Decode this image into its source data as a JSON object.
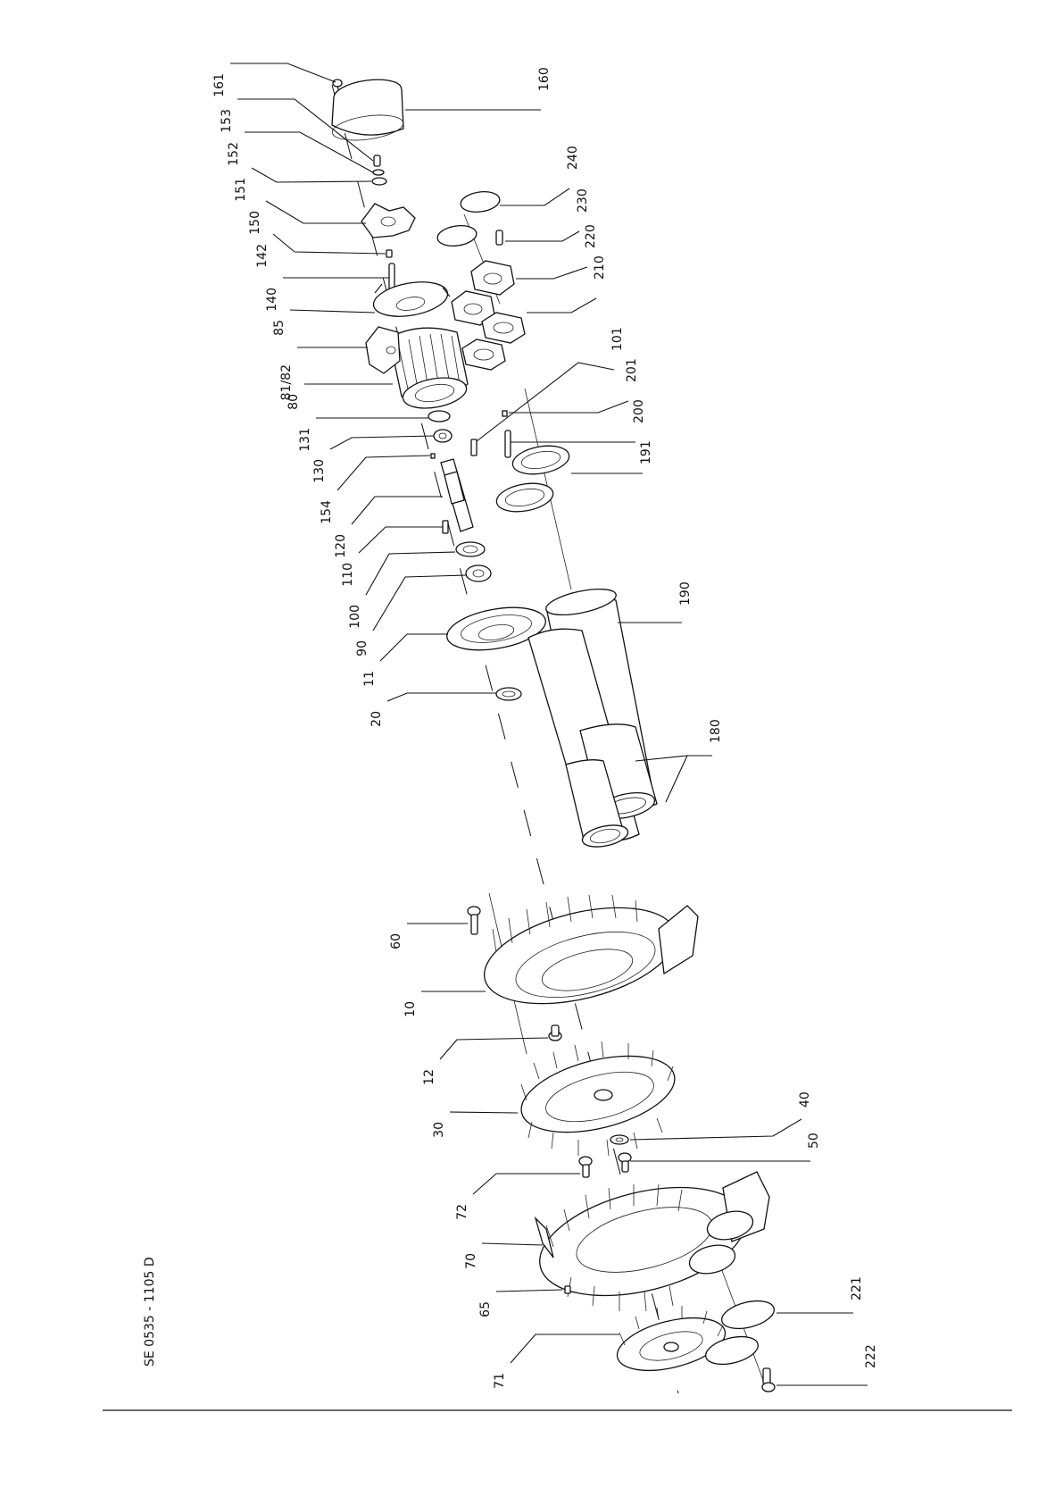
{
  "document": {
    "title": "SE 0535 - 1105 D"
  },
  "callouts": [
    {
      "id": "161",
      "label": "161"
    },
    {
      "id": "153",
      "label": "153"
    },
    {
      "id": "152",
      "label": "152"
    },
    {
      "id": "151",
      "label": "151"
    },
    {
      "id": "150",
      "label": "150"
    },
    {
      "id": "142",
      "label": "142"
    },
    {
      "id": "140",
      "label": "140"
    },
    {
      "id": "85",
      "label": "85"
    },
    {
      "id": "81_82",
      "label": "81/82"
    },
    {
      "id": "80",
      "label": "80"
    },
    {
      "id": "131",
      "label": "131"
    },
    {
      "id": "130",
      "label": "130"
    },
    {
      "id": "154",
      "label": "154"
    },
    {
      "id": "120",
      "label": "120"
    },
    {
      "id": "110",
      "label": "110"
    },
    {
      "id": "100",
      "label": "100"
    },
    {
      "id": "90",
      "label": "90"
    },
    {
      "id": "11",
      "label": "11"
    },
    {
      "id": "20",
      "label": "20"
    },
    {
      "id": "60",
      "label": "60"
    },
    {
      "id": "10",
      "label": "10"
    },
    {
      "id": "12",
      "label": "12"
    },
    {
      "id": "30",
      "label": "30"
    },
    {
      "id": "72",
      "label": "72"
    },
    {
      "id": "70",
      "label": "70"
    },
    {
      "id": "65",
      "label": "65"
    },
    {
      "id": "71",
      "label": "71"
    },
    {
      "id": "160",
      "label": "160"
    },
    {
      "id": "240",
      "label": "240"
    },
    {
      "id": "230",
      "label": "230"
    },
    {
      "id": "220",
      "label": "220"
    },
    {
      "id": "210",
      "label": "210"
    },
    {
      "id": "101",
      "label": "101"
    },
    {
      "id": "201",
      "label": "201"
    },
    {
      "id": "200",
      "label": "200"
    },
    {
      "id": "191",
      "label": "191"
    },
    {
      "id": "190",
      "label": "190"
    },
    {
      "id": "180",
      "label": "180"
    },
    {
      "id": "40",
      "label": "40"
    },
    {
      "id": "50",
      "label": "50"
    },
    {
      "id": "221",
      "label": "221"
    },
    {
      "id": "222",
      "label": "222"
    }
  ]
}
